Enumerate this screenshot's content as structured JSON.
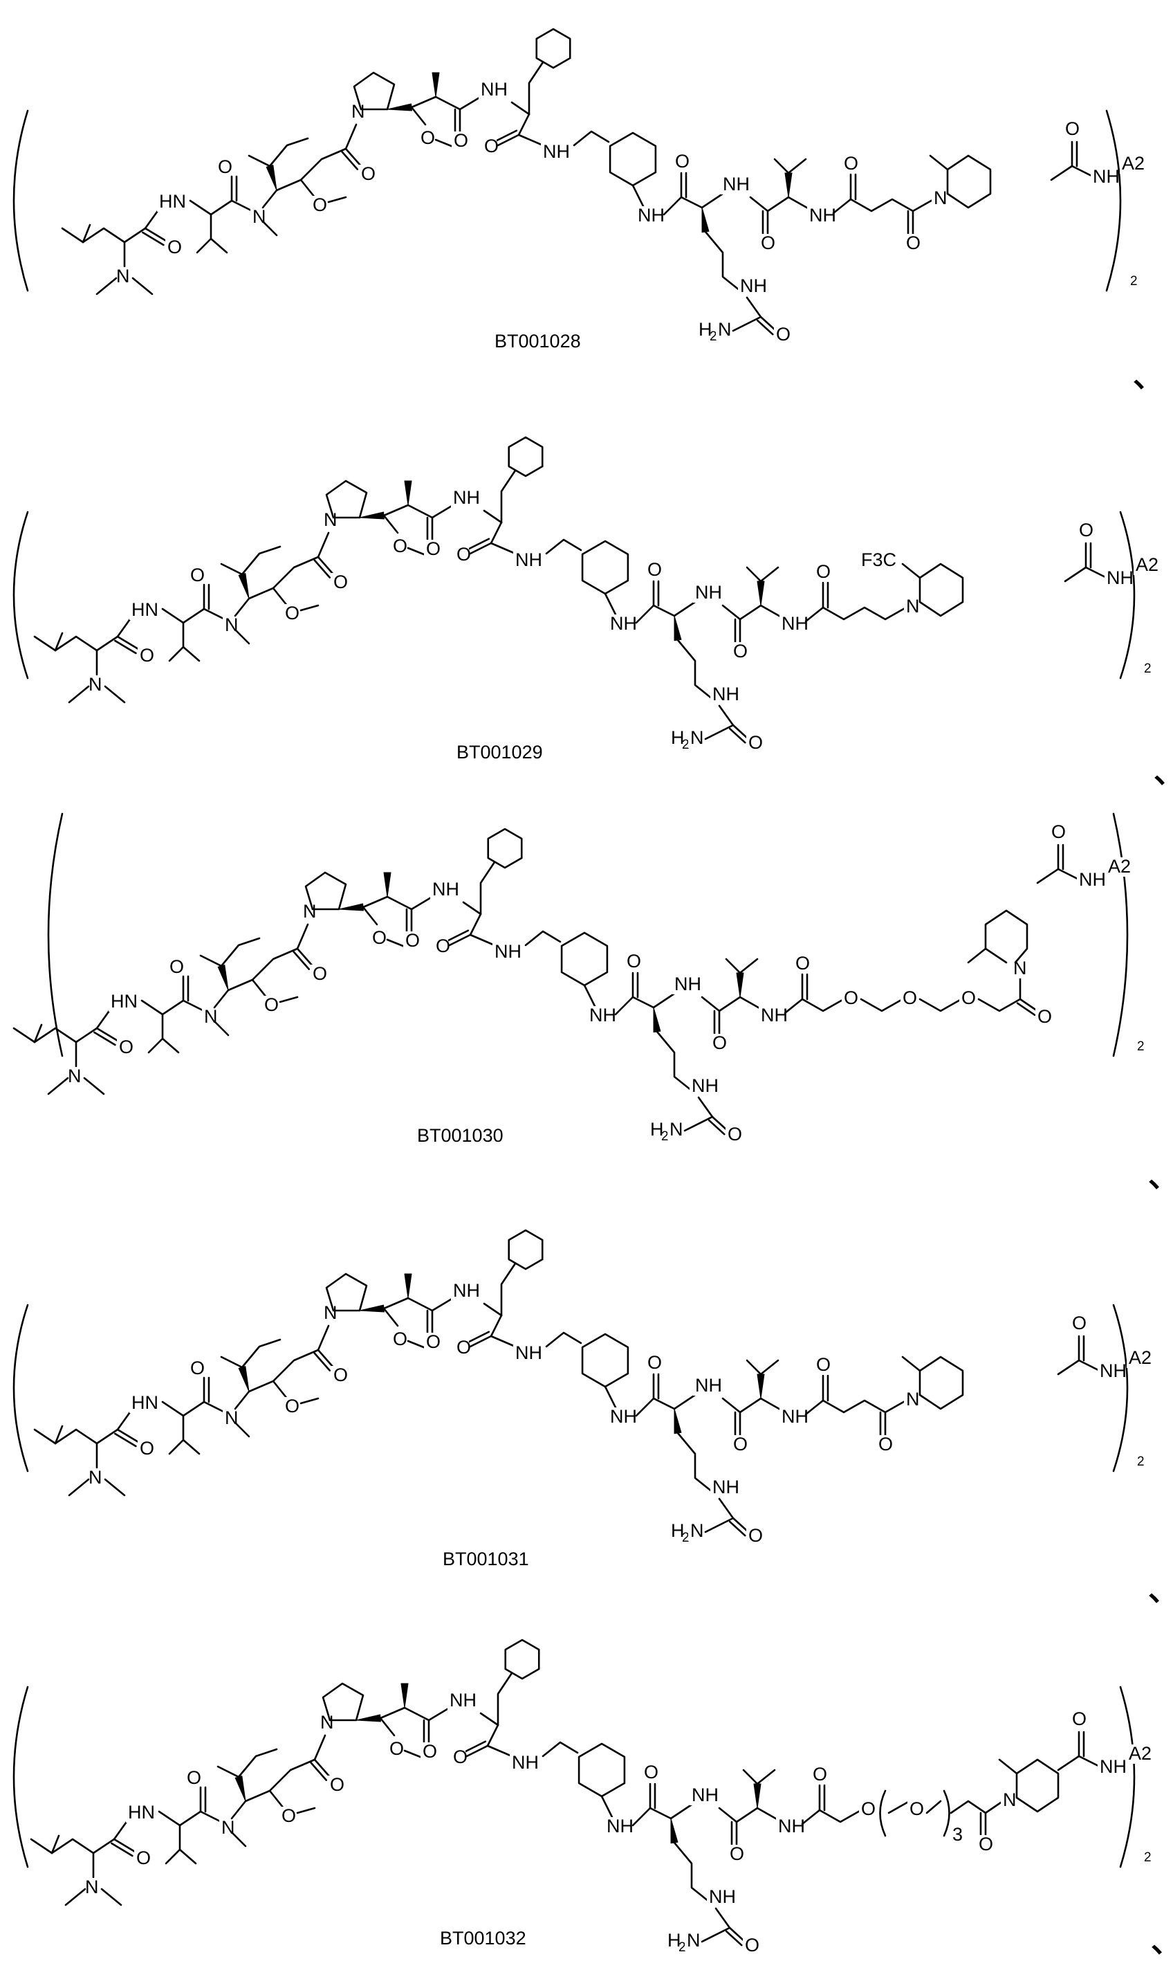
{
  "compounds": [
    {
      "id": "BT001028",
      "linker": "succinyl",
      "ring_substituent": "CH3",
      "multiplier": "2",
      "label_A": "A2",
      "separator": "、"
    },
    {
      "id": "BT001029",
      "linker": "butyl",
      "ring_substituent": "F3C",
      "multiplier": "2",
      "label_A": "A2",
      "separator": "、"
    },
    {
      "id": "BT001030",
      "linker": "PEG",
      "ring_substituent": "CH3",
      "multiplier": "2",
      "label_A": "A2",
      "separator": "、"
    },
    {
      "id": "BT001031",
      "linker": "succinyl",
      "ring_substituent": "CH3",
      "multiplier": "2",
      "label_A": "A2",
      "separator": "、"
    },
    {
      "id": "BT001032",
      "linker": "PEG3",
      "ring_substituent": "CH3",
      "multiplier": "2",
      "label_A": "A2",
      "peg_repeat": "3",
      "separator": "、"
    }
  ],
  "atom_labels": {
    "N": "N",
    "NH": "NH",
    "HN": "HN",
    "O": "O",
    "H": "H",
    "OMe": "O",
    "H2N": "H",
    "two": "2",
    "F3": "F",
    "three": "3",
    "C": "C"
  }
}
